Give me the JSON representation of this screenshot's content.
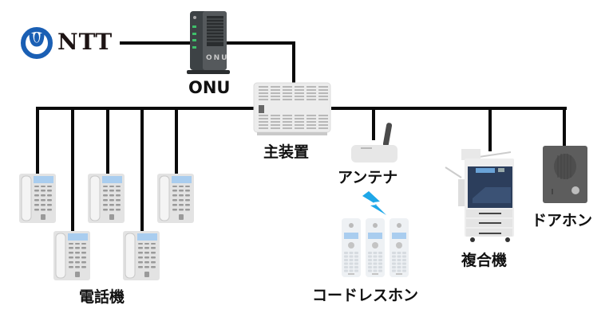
{
  "provider": {
    "logo_text": "NTT",
    "logo_color": "#1a5fb4"
  },
  "nodes": {
    "onu": {
      "label": "ONU",
      "device_text": "ONU"
    },
    "main_unit": {
      "label": "主装置"
    },
    "phones": {
      "label": "電話機",
      "count": 5
    },
    "antenna": {
      "label": "アンテナ"
    },
    "cordless": {
      "label": "コードレスホン",
      "count": 3
    },
    "mfp": {
      "label": "複合機"
    },
    "doorphone": {
      "label": "ドアホン"
    }
  },
  "colors": {
    "line": "#0a0a0a",
    "wireless": "#1ea7e8",
    "phone_screen": "#a9cdef",
    "onu_body": "#4a4f52",
    "door_body": "#5d5d5d",
    "mfp_panel": "#2c3e5c"
  }
}
